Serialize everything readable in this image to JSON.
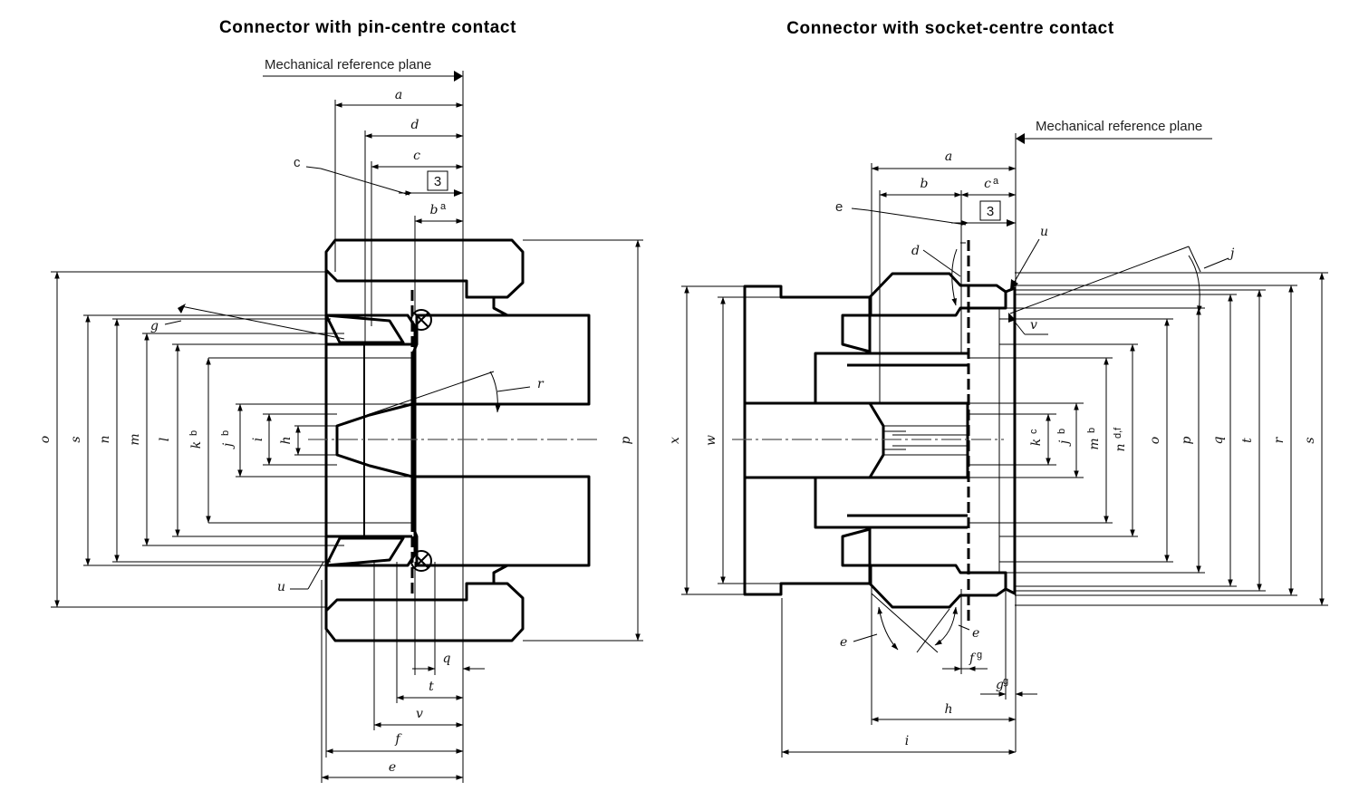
{
  "pin_view": {
    "title": "Connector with pin-centre contact",
    "reference_plane": "Mechanical reference plane",
    "boxed_number": "3",
    "callouts": {
      "c": "c",
      "u": "u",
      "g": "g",
      "r": "r"
    },
    "top_dims": {
      "a": "a",
      "d": "d",
      "c": "c",
      "b": "b",
      "b_sup": "a"
    },
    "bottom_dims": {
      "q": "q",
      "t": "t",
      "v": "v",
      "f": "f",
      "e": "e"
    },
    "diameters": {
      "o": "o",
      "s": "s",
      "n": "n",
      "m": "m",
      "l": "l",
      "k": "k",
      "k_sup": "b",
      "j": "j",
      "j_sup": "b",
      "i": "i",
      "h": "h",
      "p": "p"
    }
  },
  "socket_view": {
    "title": "Connector with socket-centre contact",
    "reference_plane": "Mechanical reference plane",
    "boxed_number": "3",
    "callouts": {
      "e_top": "e",
      "d": "d",
      "u": "u",
      "j": "j",
      "v": "v",
      "e_left": "e",
      "e_right": "e"
    },
    "top_dims": {
      "a": "a",
      "b": "b",
      "c": "c",
      "c_sup": "a"
    },
    "bottom_dims": {
      "f": "f",
      "f_sup": "g",
      "g": "g",
      "g_sup": "g",
      "h": "h",
      "i": "i"
    },
    "diameters": {
      "x": "x",
      "w": "w",
      "k": "k",
      "k_sup": "c",
      "j": "j",
      "j_sup": "b",
      "m": "m",
      "m_sup": "b",
      "n": "n",
      "n_sup": "d,f",
      "o": "o",
      "p": "p",
      "q": "q",
      "t": "t",
      "r": "r",
      "s": "s"
    }
  }
}
